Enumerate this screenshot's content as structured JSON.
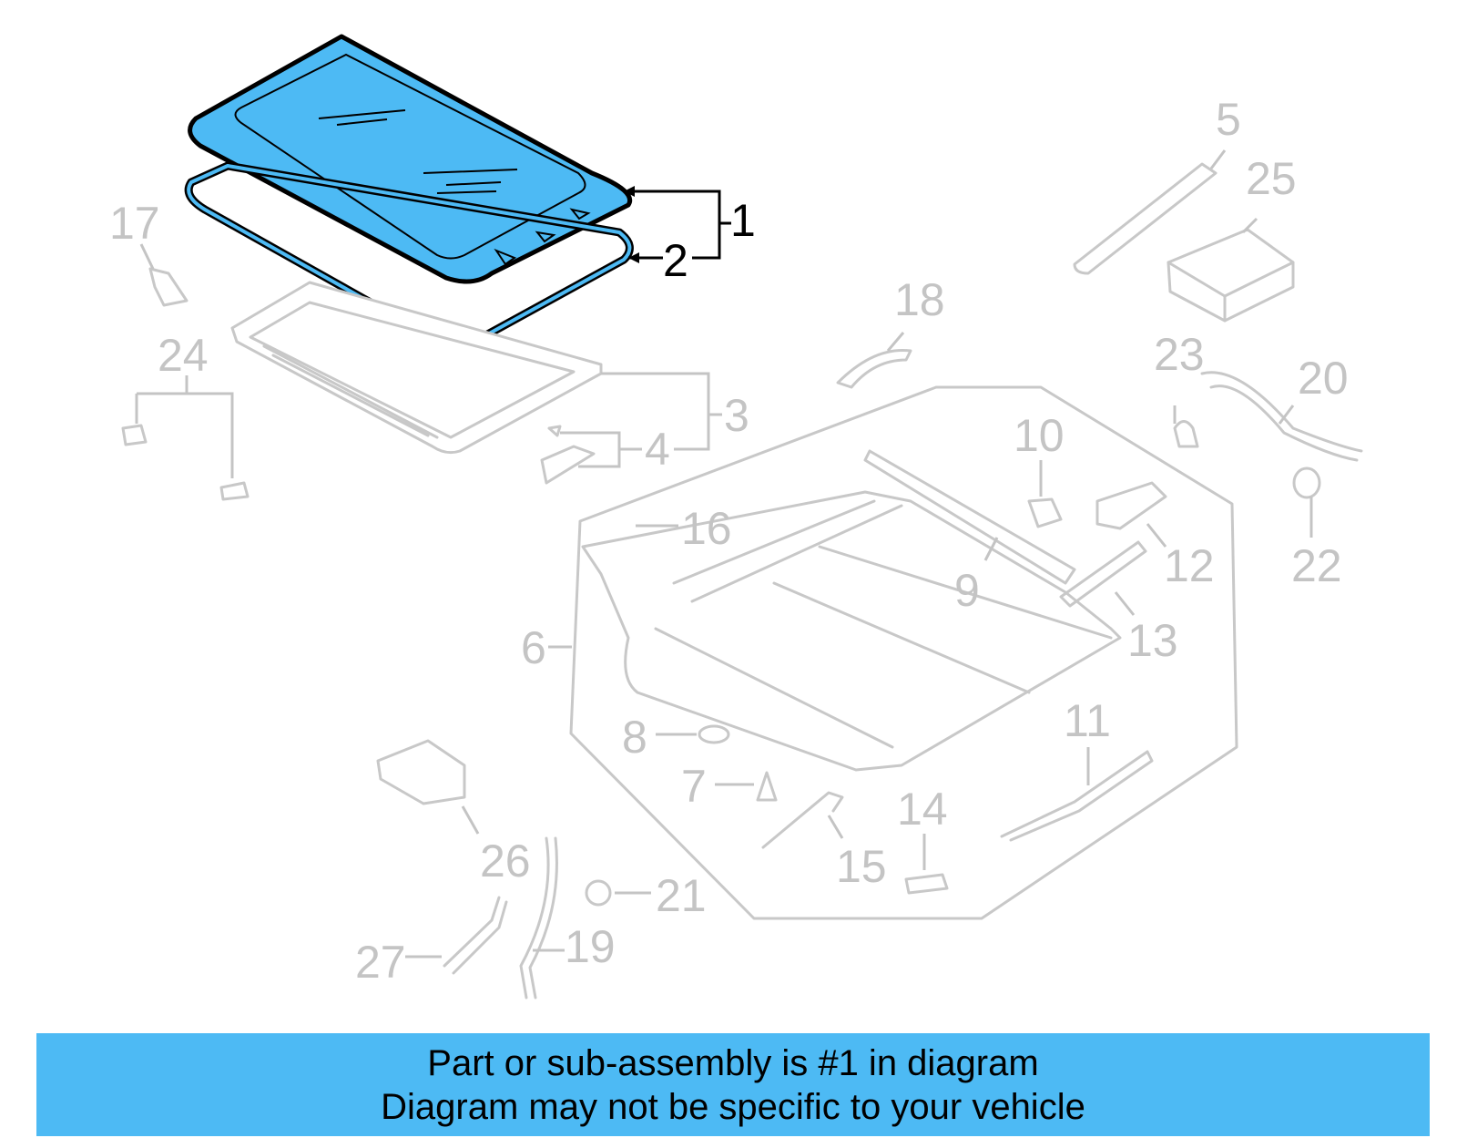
{
  "callouts": {
    "c1": "1",
    "c2": "2",
    "c3": "3",
    "c4": "4",
    "c5": "5",
    "c6": "6",
    "c7": "7",
    "c8": "8",
    "c9": "9",
    "c10": "10",
    "c11": "11",
    "c12": "12",
    "c13": "13",
    "c14": "14",
    "c15": "15",
    "c16": "16",
    "c17": "17",
    "c18": "18",
    "c19": "19",
    "c20": "20",
    "c21": "21",
    "c22": "22",
    "c23": "23",
    "c24": "24",
    "c25": "25",
    "c26": "26",
    "c27": "27"
  },
  "highlight_color": "#4dbaf4",
  "banner": {
    "line1": "Part or sub-assembly is #1 in diagram",
    "line2": "Diagram may not be specific to your vehicle"
  }
}
